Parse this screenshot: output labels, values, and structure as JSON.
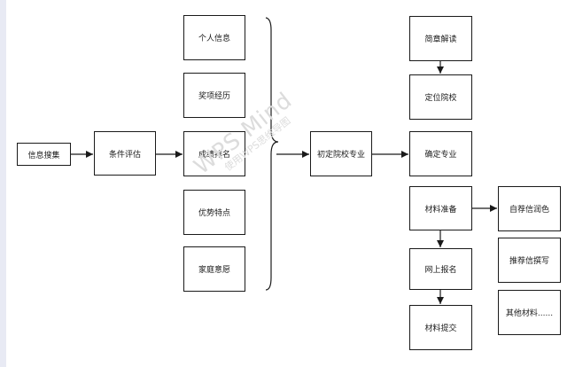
{
  "nodes": {
    "info_collect": "信息搜集",
    "condition_eval": "条件评估",
    "personal_info": "个人信息",
    "awards": "奖项经历",
    "grades_rank": "成绩排名",
    "strengths": "优势特点",
    "family_wish": "家庭意愿",
    "initial_schools": "初定院校专业",
    "brochure": "简章解读",
    "locate_school": "定位院校",
    "confirm_major": "确定专业",
    "material_prep": "材料准备",
    "online_apply": "网上报名",
    "material_submit": "材料提交",
    "referee_select": "自荐信润色",
    "rec_letter": "推荐信撰写",
    "other_materials": "其他材料......"
  },
  "watermark": {
    "main": "WPS Mind",
    "sub": "使用WPS思维导图"
  },
  "colors": {
    "stroke": "#1a1a1a",
    "sidebar": "#e8eaf4",
    "watermark": "#dcdcdc"
  }
}
